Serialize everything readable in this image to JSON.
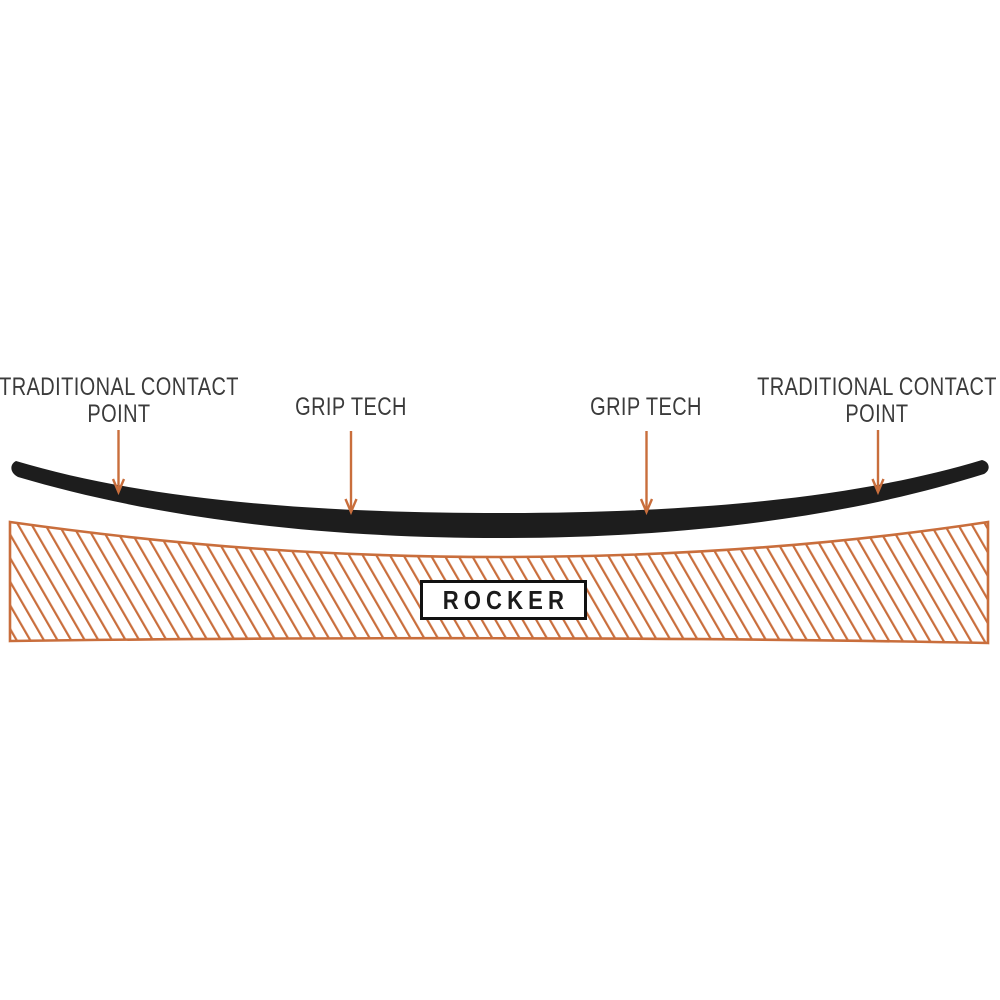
{
  "labels": {
    "left_contact": {
      "line1": "TRADITIONAL CONTACT",
      "line2": "POINT"
    },
    "grip_left": "GRIP TECH",
    "grip_right": "GRIP TECH",
    "right_contact": {
      "line1": "TRADITIONAL CONTACT",
      "line2": "POINT"
    },
    "rocker_badge": "ROCKER"
  },
  "colors": {
    "accent_orange": "#c96e3c",
    "board_black": "#1d1d1d",
    "label_gray": "#3b3b3b",
    "rocker_text": "#1b1b1b",
    "background": "#ffffff"
  }
}
